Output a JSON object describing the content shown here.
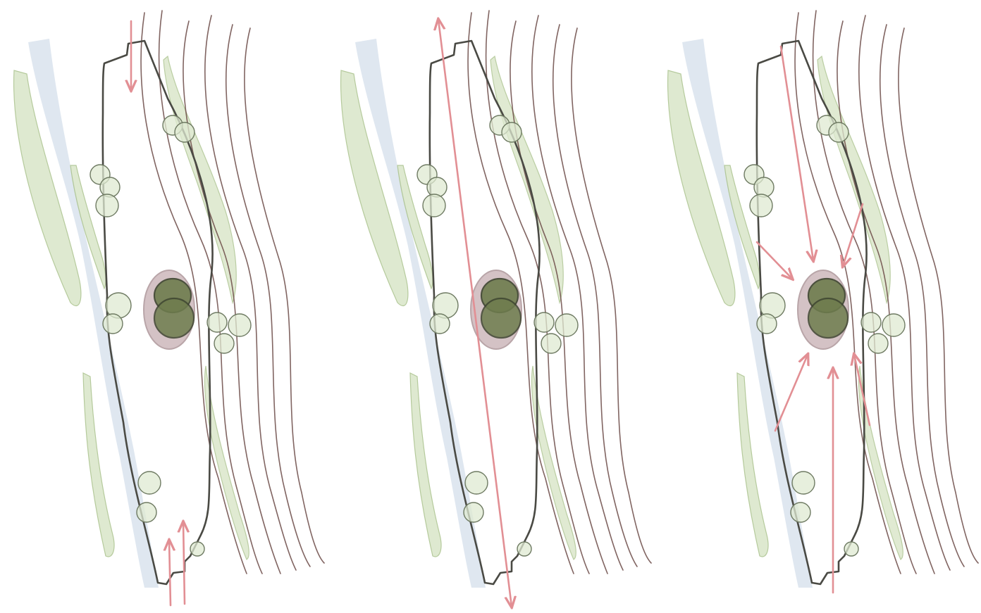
{
  "figure": {
    "panels": [
      {
        "id": "panel-1",
        "arrow_pattern": "opposed-pairs-top-bottom"
      },
      {
        "id": "panel-2",
        "arrow_pattern": "single-long-double-headed"
      },
      {
        "id": "panel-3",
        "arrow_pattern": "radial-inward-toward-nucleus"
      }
    ]
  },
  "colors": {
    "background": "#ffffff",
    "cell_outline": "#4a4a44",
    "fiber_brown": "#6b4a46",
    "fiber_green": "#a9c18b",
    "fiber_green_fill": "#d9e6c8",
    "fiber_blue": "#c5d3e3",
    "blob_fill": "#dfe9d2",
    "blob_stroke": "#6e7a62",
    "nucleus_outer": "#b89aa0",
    "nucleus_inner": "#6f7d4e",
    "arrow": "#e28f94"
  }
}
